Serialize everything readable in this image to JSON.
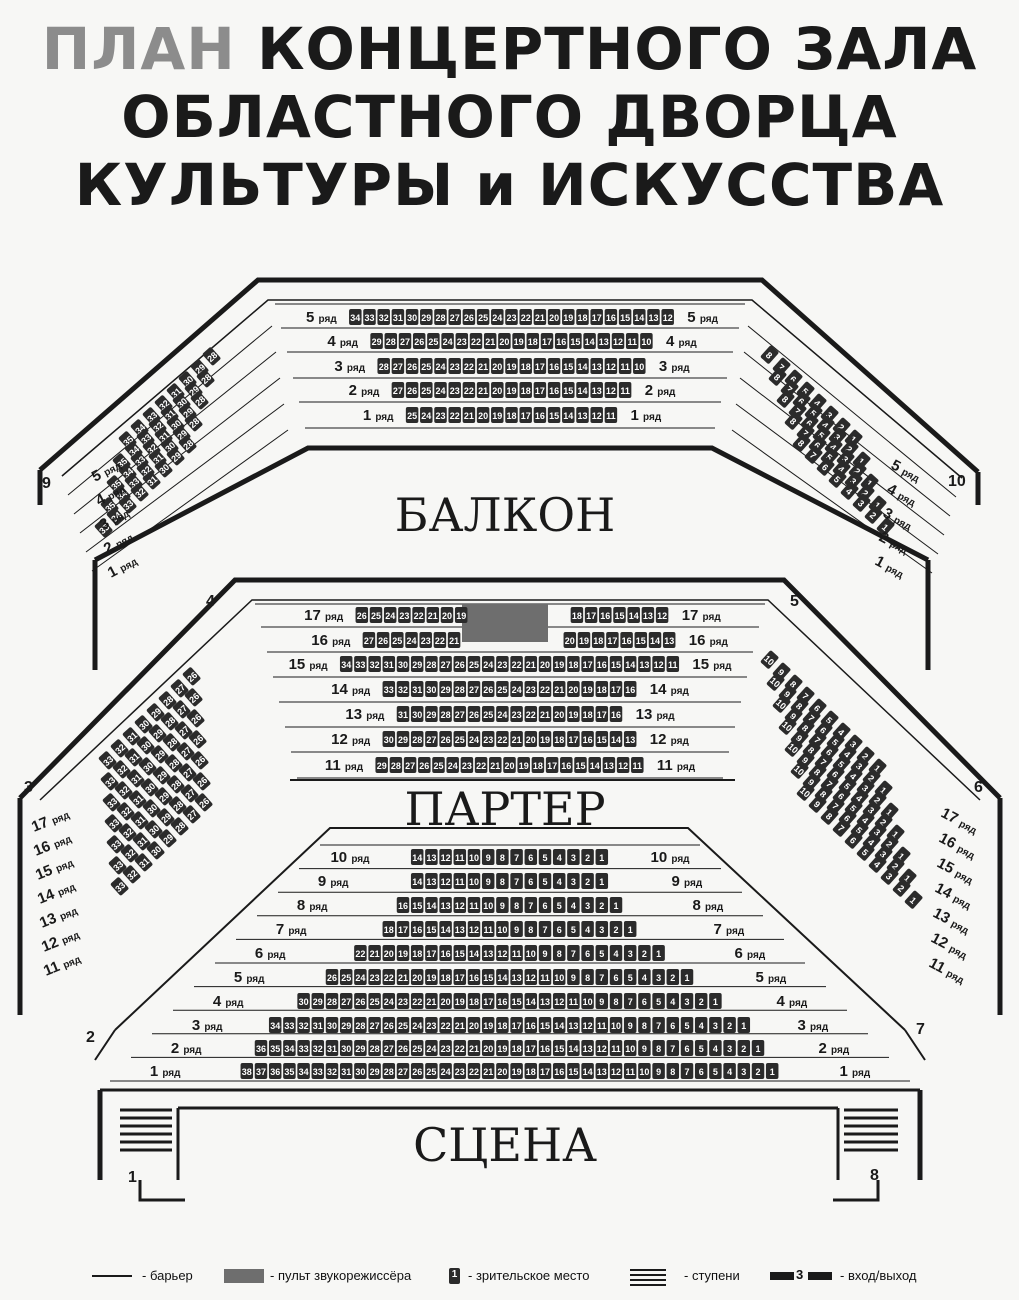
{
  "title": {
    "line1_gray": "ПЛАН",
    "line1": "КОНЦЕРТНОГО ЗАЛА",
    "line2": "ОБЛАСТНОГО ДВОРЦА",
    "line3": "КУЛЬТУРЫ и ИСКУССТВА"
  },
  "sections": {
    "balcony": "БАЛКОН",
    "parterre": "ПАРТЕР",
    "stage": "СЦЕНА"
  },
  "row_word": "ряд",
  "exits": [
    "1",
    "2",
    "3",
    "4",
    "5",
    "6",
    "7",
    "8",
    "9",
    "10"
  ],
  "balcony_center_rows": [
    {
      "row": "5",
      "from": 34,
      "to": 12
    },
    {
      "row": "4",
      "from": 29,
      "to": 10
    },
    {
      "row": "3",
      "from": 28,
      "to": 10
    },
    {
      "row": "2",
      "from": 27,
      "to": 11
    },
    {
      "row": "1",
      "from": 25,
      "to": 11
    }
  ],
  "balcony_side_rows": [
    "5",
    "4",
    "3",
    "2",
    "1"
  ],
  "parterre_upper_rows": [
    {
      "row": "17",
      "left_from": 26,
      "left_to": 19,
      "right_from": 18,
      "right_to": 12
    },
    {
      "row": "16",
      "left_from": 27,
      "left_to": 21,
      "right_from": 20,
      "right_to": 13
    },
    {
      "row": "15",
      "from": 34,
      "to": 11
    },
    {
      "row": "14",
      "from": 33,
      "to": 16
    },
    {
      "row": "13",
      "from": 31,
      "to": 16
    },
    {
      "row": "12",
      "from": 30,
      "to": 13
    },
    {
      "row": "11",
      "from": 29,
      "to": 11
    }
  ],
  "parterre_side_rows": [
    "17",
    "16",
    "15",
    "14",
    "13",
    "12",
    "11"
  ],
  "parterre_lower_rows": [
    {
      "row": "10",
      "from": 14,
      "to": 1
    },
    {
      "row": "9",
      "from": 14,
      "to": 1
    },
    {
      "row": "8",
      "from": 16,
      "to": 1
    },
    {
      "row": "7",
      "from": 18,
      "to": 1
    },
    {
      "row": "6",
      "from": 22,
      "to": 1
    },
    {
      "row": "5",
      "from": 26,
      "to": 1
    },
    {
      "row": "4",
      "from": 30,
      "to": 1
    },
    {
      "row": "3",
      "from": 34,
      "to": 1
    },
    {
      "row": "2",
      "from": 36,
      "to": 1
    },
    {
      "row": "1",
      "from": 38,
      "to": 1
    }
  ],
  "legend": {
    "barrier": "- барьер",
    "sound_desk": "- пульт звукорежиссёра",
    "seat_sample": "1",
    "seat": "- зрительское место",
    "steps": "- ступени",
    "exit_sample": "3",
    "exit": "- вход/выход"
  },
  "colors": {
    "seat": "#2b2b2b",
    "seat_text": "#ffffff",
    "line": "#1a1a1a",
    "sound_desk": "#6e6e6e"
  }
}
